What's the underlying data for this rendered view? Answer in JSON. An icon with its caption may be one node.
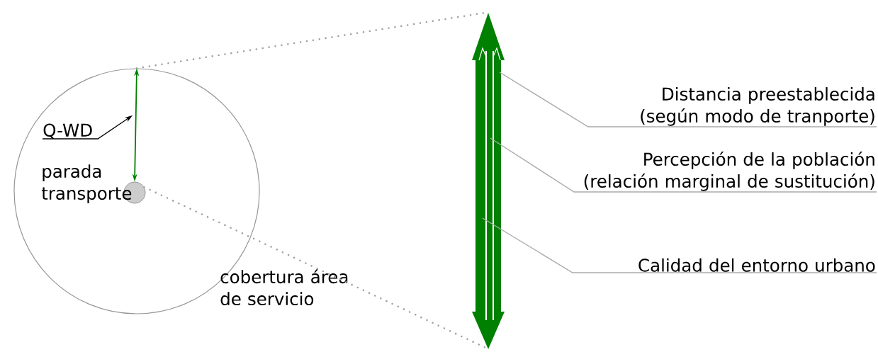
{
  "diagram": {
    "nodes": [
      {
        "text": [],
        "shape": "circle",
        "beside": [
          "cobertura área de servicio"
        ]
      },
      {
        "text": [],
        "shape": "circle",
        "in": 0,
        "beside": [
          "parada transporte"
        ]
      },
      {
        "text": [
          "Q-WD"
        ],
        "in": 0
      },
      {
        "text": [
          "Distancia preestablecida (según modo de tranporte)"
        ]
      },
      {
        "text": [
          "Percepción de la población (relación marginal de sustitución)"
        ]
      },
      {
        "text": [
          "Calidad del entorno urbano"
        ]
      },
      {
        "text": [],
        "shape": "arrow"
      }
    ],
    "edges": [
      {
        "from": 2,
        "to": null,
        "arrow": "to",
        "color": "#000000"
      },
      {
        "from": 0,
        "to": 6,
        "arrow": "none",
        "style": "dashed"
      },
      {
        "from": 1,
        "to": 6,
        "arrow": "none",
        "style": "dashed"
      },
      {
        "from": 3,
        "to": 6,
        "arrow": "none"
      },
      {
        "from": 4,
        "to": 6,
        "arrow": "none"
      },
      {
        "from": 5,
        "to": 6,
        "arrow": "none"
      },
      {
        "from": 0,
        "to": 1,
        "arrow": "both",
        "color": "#008000"
      }
    ]
  }
}
